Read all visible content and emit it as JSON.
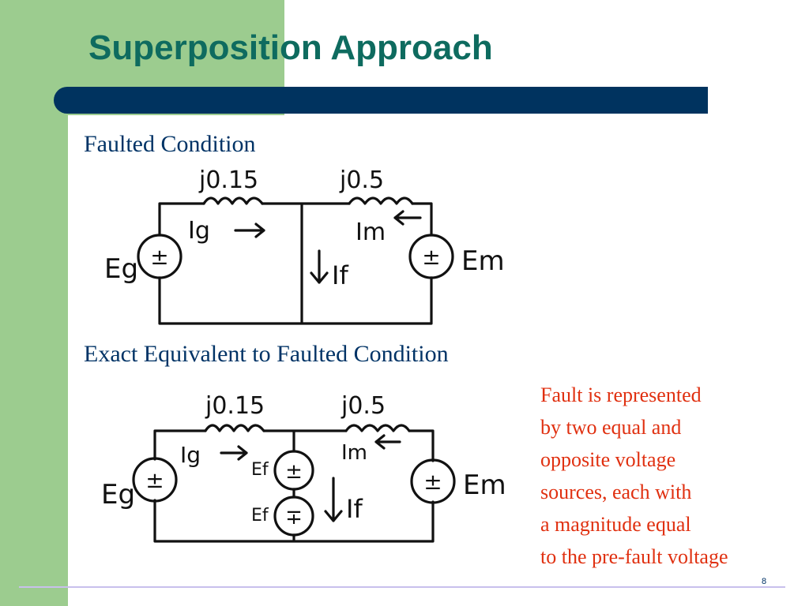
{
  "slide": {
    "title": "Superposition Approach",
    "page_number": "8",
    "colors": {
      "accent_green": "#9ccc8f",
      "title_teal": "#0e6b5f",
      "bar_navy": "#00335f",
      "note_red": "#e03010"
    }
  },
  "sections": {
    "faulted_heading": "Faulted Condition",
    "equivalent_heading": "Exact Equivalent to Faulted Condition"
  },
  "circuit1": {
    "impedance_left": "j0.15",
    "impedance_right": "j0.5",
    "current_g": "Ig",
    "current_m": "Im",
    "current_f": "If",
    "source_g": "Eg",
    "source_m": "Em",
    "source_sign": "±"
  },
  "circuit2": {
    "impedance_left": "j0.15",
    "impedance_right": "j0.5",
    "current_g": "Ig",
    "current_m": "Im",
    "current_f": "If",
    "source_g": "Eg",
    "source_m": "Em",
    "fault_source_top": "Ef",
    "fault_source_bottom": "Ef",
    "source_sign": "±",
    "source_sign_inverted": "∓"
  },
  "note": {
    "lines": [
      "Fault is represented",
      "by two equal and",
      "opposite voltage",
      "sources, each with",
      "a magnitude equal",
      "to the pre-fault voltage"
    ]
  }
}
